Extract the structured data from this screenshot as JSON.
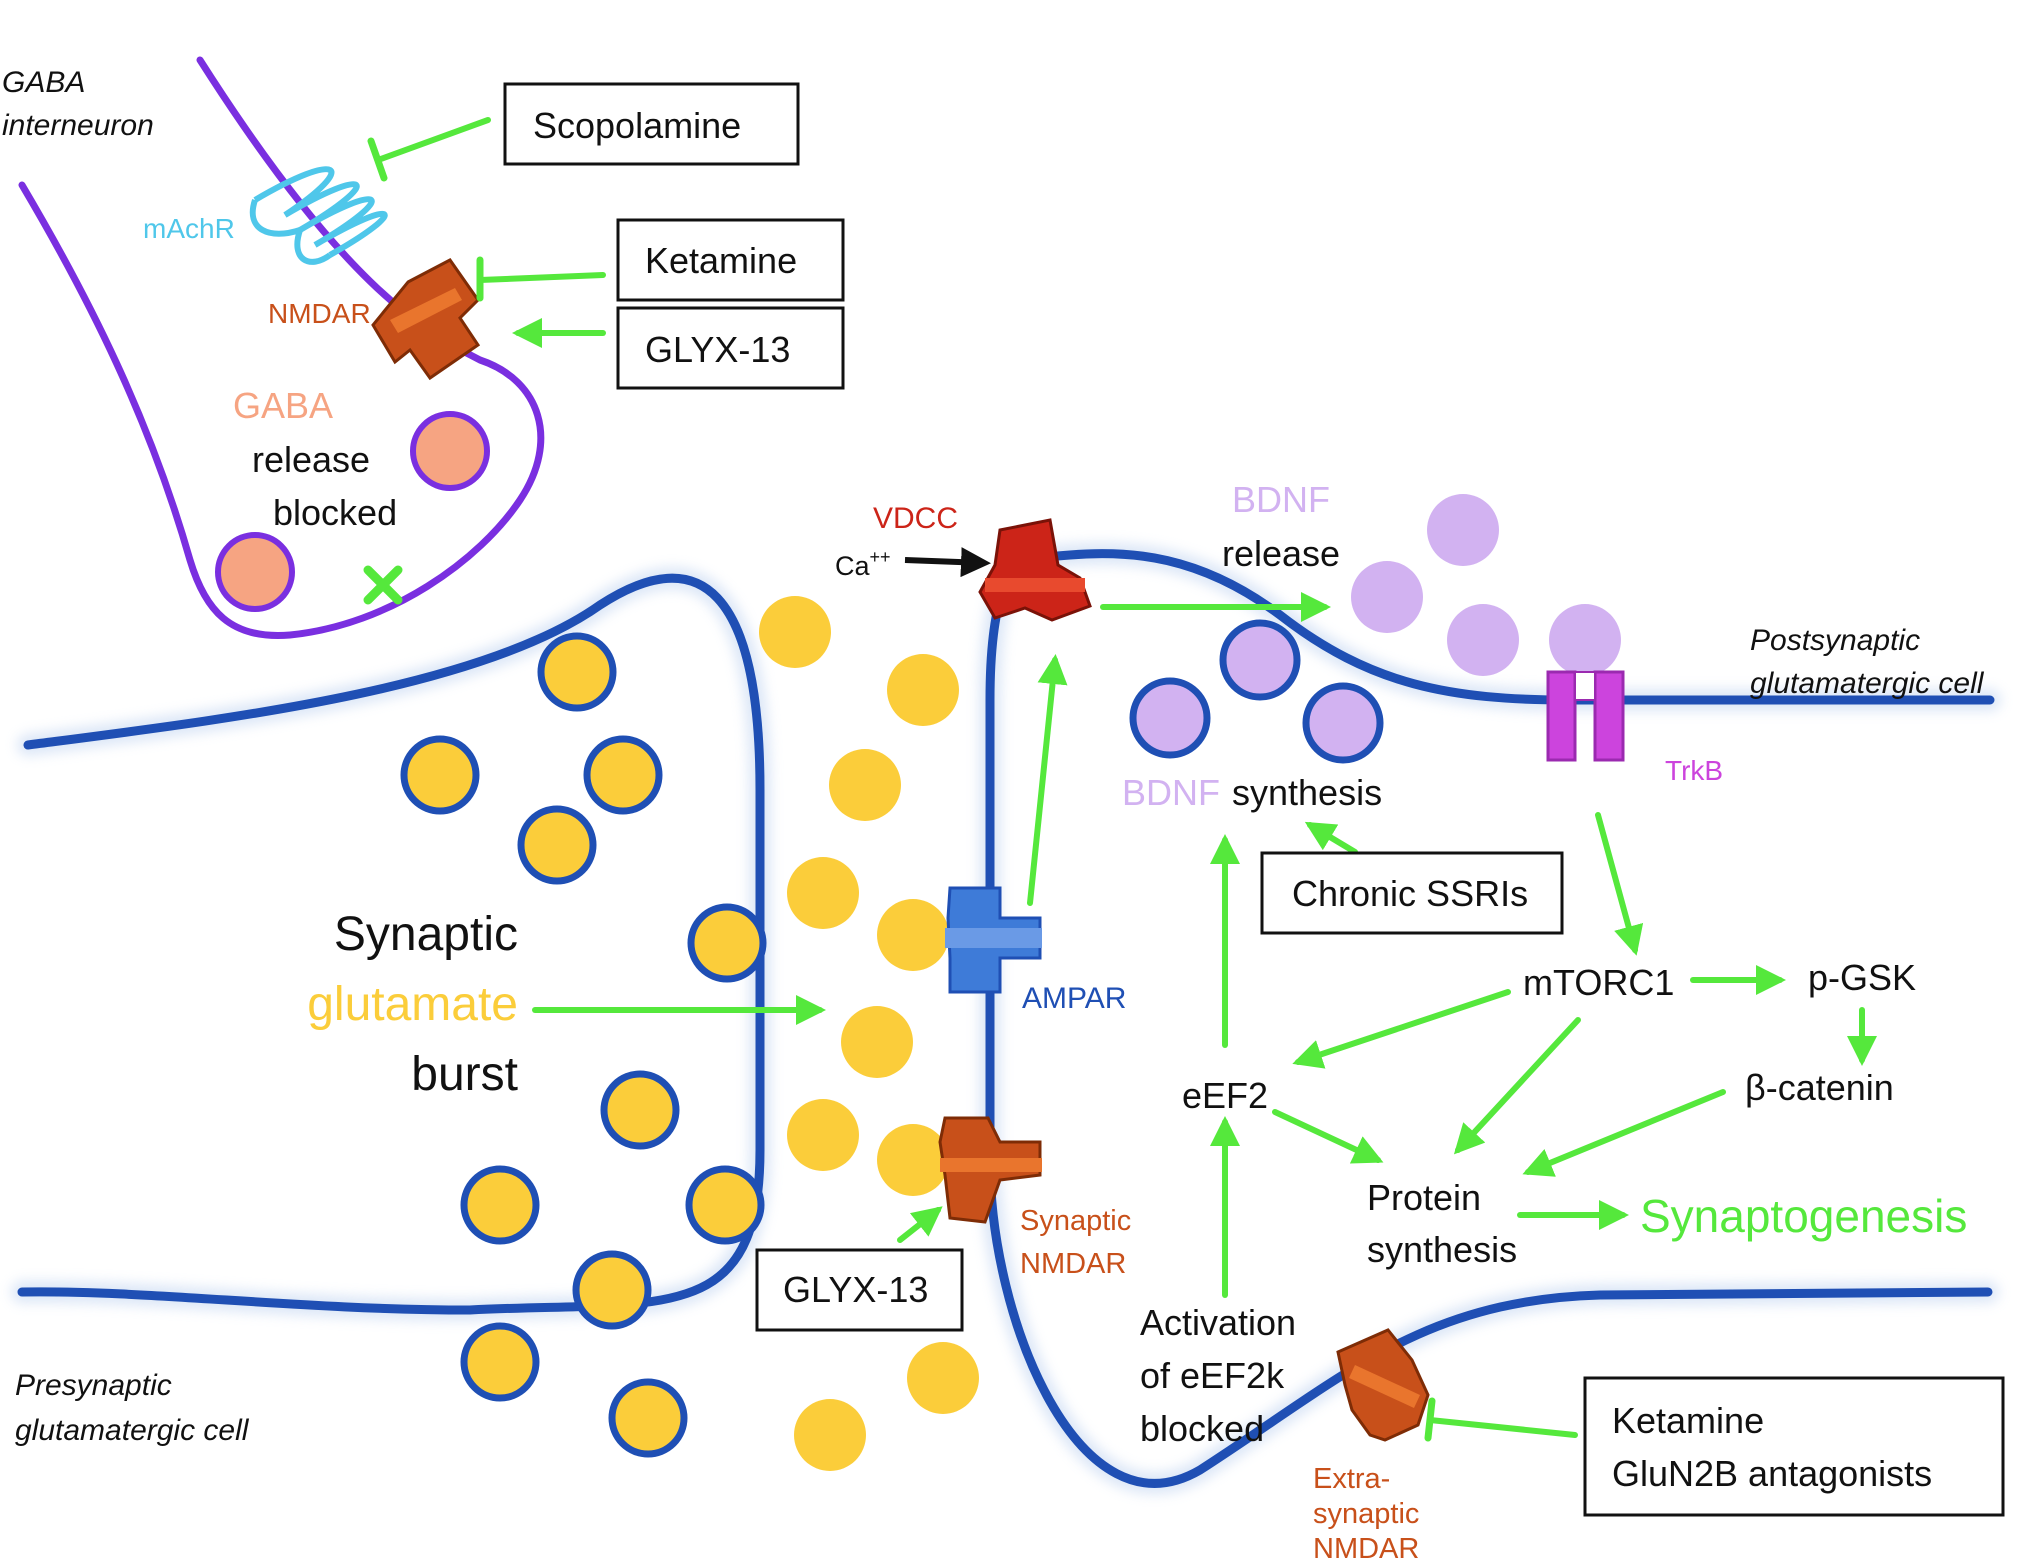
{
  "labels": {
    "gaba_interneuron_1": "GABA",
    "gaba_interneuron_2": "interneuron",
    "machr": "mAchR",
    "nmdar_top": "NMDAR",
    "gaba": "GABA",
    "release": "release",
    "blocked": "blocked",
    "vdcc": "VDCC",
    "ca": "Ca",
    "ca_sup": "++",
    "bdnf_top": "BDNF",
    "bdnf_release": "release",
    "postsyn_1": "Postsynaptic",
    "postsyn_2": "glutamatergic cell",
    "trkb": "TrkB",
    "bdnf_syn_1": "BDNF",
    "bdnf_syn_2": "synthesis",
    "synaptic": "Synaptic",
    "glutamate": "glutamate",
    "burst": "burst",
    "ampar": "AMPAR",
    "mtorc1": "mTORC1",
    "pgsk": "p-GSK",
    "eef2": "eEF2",
    "bcatenin": "β-catenin",
    "protein_1": "Protein",
    "protein_2": "synthesis",
    "synaptogenesis": "Synaptogenesis",
    "syn_nmdar_1": "Synaptic",
    "syn_nmdar_2": "NMDAR",
    "act_1": "Activation",
    "act_2": "of eEF2k",
    "act_3": "blocked",
    "presyn_1": "Presynaptic",
    "presyn_2": "glutamatergic cell",
    "extra_1": "Extra-",
    "extra_2": "synaptic",
    "extra_3": "NMDAR"
  },
  "boxes": {
    "scopolamine": "Scopolamine",
    "ketamine_top": "Ketamine",
    "glyx_top": "GLYX-13",
    "chronic_ssri": "Chronic SSRIs",
    "glyx_bottom": "GLYX-13",
    "ketamine_bottom_1": "Ketamine",
    "ketamine_bottom_2": "GluN2B antagonists"
  },
  "colors": {
    "membrane_blue": "#1f4fb4",
    "interneuron_purple": "#7a2fe0",
    "arrow_green": "#55e83c",
    "glutamate_yellow": "#fbcd3a",
    "gaba_salmon": "#f6a482",
    "bdnf_lilac": "#d2b2f1",
    "nmdar_orange": "#c8501a",
    "vdcc_red": "#cc2418",
    "ampar_blue": "#3e7bd8",
    "machr_cyan": "#4fc7ea",
    "trkb_magenta": "#cc44dd"
  }
}
